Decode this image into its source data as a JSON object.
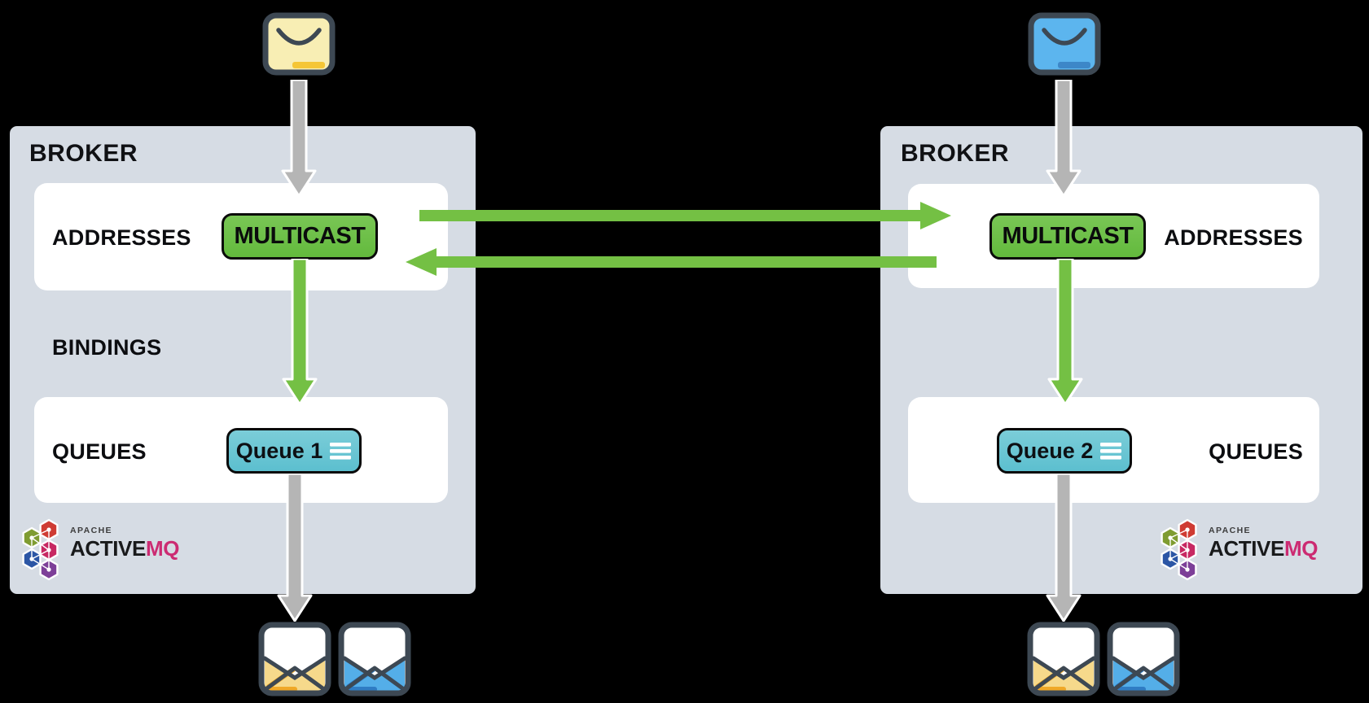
{
  "colors": {
    "background": "#000000",
    "broker_fill": "#d6dce4",
    "panel_fill": "#ffffff",
    "green_arrow": "#74c044",
    "multicast_green": "#6cc04a",
    "queue_teal": "#69c5d3",
    "gray_arrow": "#b5b5b5",
    "dark_stroke": "#3d4853",
    "envelope_closed_yellow": "#f8eeb4",
    "envelope_closed_yellow_accent": "#f5c636",
    "envelope_closed_blue": "#5cb5ee",
    "envelope_closed_blue_accent": "#3d87c8",
    "envelope_open_yellow": "#f6d98b",
    "envelope_open_yellow_accent": "#f0a827",
    "envelope_open_blue": "#54aee8",
    "envelope_open_blue_accent": "#2f7cc4",
    "logo_pink": "#cc2b72"
  },
  "left_broker": {
    "title": "BROKER",
    "addresses_label": "ADDRESSES",
    "multicast_label": "MULTICAST",
    "bindings_label": "BINDINGS",
    "queues_label": "QUEUES",
    "queue_label": "Queue 1",
    "logo": {
      "apache": "APACHE",
      "name_black": "ACTIVE",
      "name_pink": "MQ"
    }
  },
  "right_broker": {
    "title": "BROKER",
    "addresses_label": "ADDRESSES",
    "multicast_label": "MULTICAST",
    "queues_label": "QUEUES",
    "queue_label": "Queue 2",
    "logo": {
      "apache": "APACHE",
      "name_black": "ACTIVE",
      "name_pink": "MQ"
    }
  }
}
